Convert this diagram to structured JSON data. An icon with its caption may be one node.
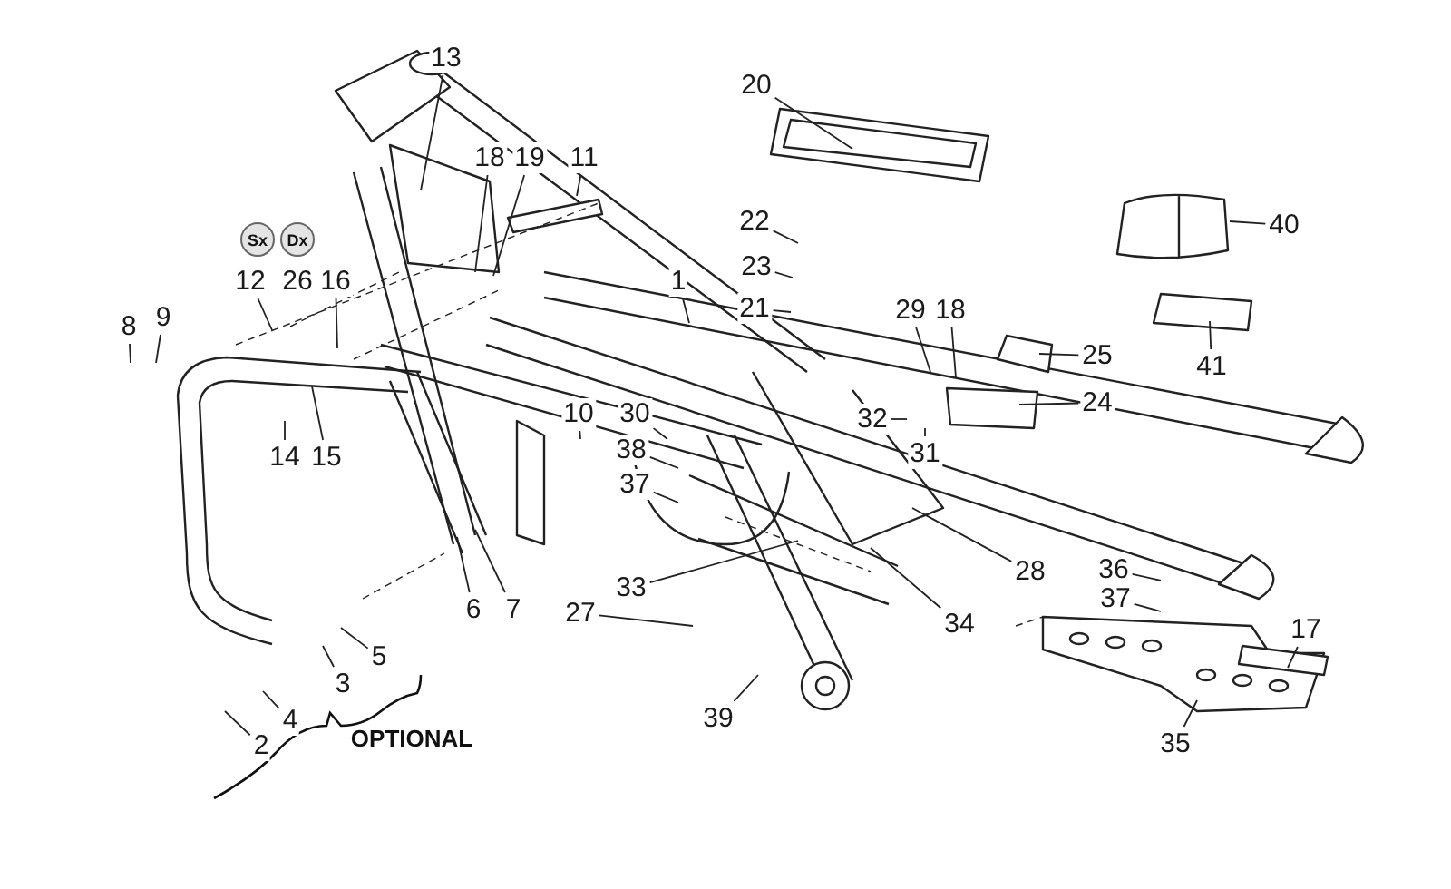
{
  "diagram": {
    "nodes": [
      {
        "text": [
          "13"
        ]
      },
      {
        "text": [
          "18"
        ]
      },
      {
        "text": [
          "19"
        ]
      },
      {
        "text": [
          "11"
        ]
      },
      {
        "text": [
          "20"
        ]
      },
      {
        "text": [
          "1"
        ]
      },
      {
        "text": [
          "22"
        ]
      },
      {
        "text": [
          "40"
        ]
      },
      {
        "text": [
          "12"
        ]
      },
      {
        "text": [
          "26"
        ]
      },
      {
        "text": [
          "16"
        ]
      },
      {
        "text": [
          "23"
        ]
      },
      {
        "text": [
          "8"
        ]
      },
      {
        "text": [
          "9"
        ]
      },
      {
        "text": [
          "21"
        ]
      },
      {
        "text": [
          "29"
        ]
      },
      {
        "text": [
          "18"
        ]
      },
      {
        "text": [
          "25"
        ]
      },
      {
        "text": [
          "41"
        ]
      },
      {
        "text": [
          "24"
        ]
      },
      {
        "text": [
          "30"
        ]
      },
      {
        "text": [
          "10"
        ]
      },
      {
        "text": [
          "32"
        ]
      },
      {
        "text": [
          "38"
        ]
      },
      {
        "text": [
          "14"
        ]
      },
      {
        "text": [
          "15"
        ]
      },
      {
        "text": [
          "31"
        ]
      },
      {
        "text": [
          "37"
        ]
      },
      {
        "text": [
          "28"
        ]
      },
      {
        "text": [
          "36"
        ]
      },
      {
        "text": [
          "33"
        ]
      },
      {
        "text": [
          "6"
        ]
      },
      {
        "text": [
          "7"
        ]
      },
      {
        "text": [
          "27"
        ]
      },
      {
        "text": [
          "37"
        ]
      },
      {
        "text": [
          "34"
        ]
      },
      {
        "text": [
          "17"
        ]
      },
      {
        "text": [
          "5"
        ]
      },
      {
        "text": [
          "3"
        ]
      },
      {
        "text": [
          "39"
        ]
      },
      {
        "text": [
          "4"
        ]
      },
      {
        "text": [
          "35"
        ]
      },
      {
        "text": [
          "2"
        ]
      }
    ],
    "edges": [
      {
        "from": 0,
        "to": null,
        "arrow": "none"
      },
      {
        "from": 1,
        "to": null,
        "arrow": "none"
      },
      {
        "from": 2,
        "to": null,
        "arrow": "none"
      },
      {
        "from": 3,
        "to": null,
        "arrow": "none"
      },
      {
        "from": 4,
        "to": null,
        "arrow": "none"
      },
      {
        "from": 5,
        "to": null,
        "arrow": "none"
      },
      {
        "from": 6,
        "to": null,
        "arrow": "none"
      },
      {
        "from": 7,
        "to": null,
        "arrow": "none"
      },
      {
        "from": 8,
        "to": null,
        "arrow": "none"
      },
      {
        "from": 10,
        "to": null,
        "arrow": "none"
      },
      {
        "from": 11,
        "to": null,
        "arrow": "none"
      },
      {
        "from": 12,
        "to": null,
        "arrow": "none"
      },
      {
        "from": 13,
        "to": null,
        "arrow": "none"
      },
      {
        "from": 14,
        "to": null,
        "arrow": "none"
      },
      {
        "from": 15,
        "to": null,
        "arrow": "none"
      },
      {
        "from": 16,
        "to": null,
        "arrow": "none"
      },
      {
        "from": 17,
        "to": null,
        "arrow": "none"
      },
      {
        "from": 18,
        "to": null,
        "arrow": "none"
      },
      {
        "from": 19,
        "to": null,
        "arrow": "none"
      },
      {
        "from": 20,
        "to": null,
        "arrow": "none"
      },
      {
        "from": 21,
        "to": null,
        "arrow": "none"
      },
      {
        "from": 22,
        "to": null,
        "arrow": "none"
      },
      {
        "from": 23,
        "to": null,
        "arrow": "none"
      },
      {
        "from": 24,
        "to": null,
        "arrow": "none"
      },
      {
        "from": 25,
        "to": null,
        "arrow": "none"
      },
      {
        "from": 26,
        "to": null,
        "arrow": "none"
      },
      {
        "from": 27,
        "to": null,
        "arrow": "none"
      },
      {
        "from": 28,
        "to": null,
        "arrow": "none"
      },
      {
        "from": 29,
        "to": null,
        "arrow": "none"
      },
      {
        "from": 30,
        "to": null,
        "arrow": "none"
      },
      {
        "from": 31,
        "to": null,
        "arrow": "none"
      },
      {
        "from": 32,
        "to": null,
        "arrow": "none"
      },
      {
        "from": 33,
        "to": null,
        "arrow": "none"
      },
      {
        "from": 34,
        "to": null,
        "arrow": "none"
      },
      {
        "from": 35,
        "to": null,
        "arrow": "none"
      },
      {
        "from": 36,
        "to": null,
        "arrow": "none"
      },
      {
        "from": 37,
        "to": null,
        "arrow": "none"
      },
      {
        "from": 38,
        "to": null,
        "arrow": "none"
      },
      {
        "from": 39,
        "to": null,
        "arrow": "none"
      },
      {
        "from": 40,
        "to": null,
        "arrow": "none"
      },
      {
        "from": 41,
        "to": null,
        "arrow": "none"
      },
      {
        "from": 42,
        "to": null,
        "arrow": "none"
      }
    ],
    "labels": [
      "Sx",
      "Dx",
      "OPTIONAL"
    ]
  }
}
